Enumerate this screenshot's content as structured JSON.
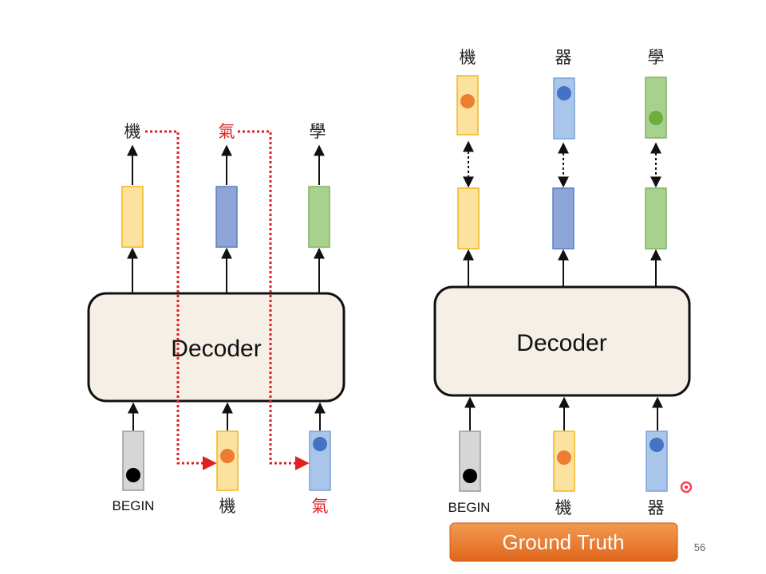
{
  "left_diagram": {
    "decoder_label": "Decoder",
    "outputs": [
      "機",
      "氣",
      "學"
    ],
    "inputs": [
      "BEGIN",
      "機",
      "氣"
    ]
  },
  "right_diagram": {
    "decoder_label": "Decoder",
    "outputs": [
      "機",
      "器",
      "學"
    ],
    "inputs": [
      "BEGIN",
      "機",
      "器"
    ],
    "ground_truth_label": "Ground Truth"
  },
  "page_number": "56",
  "colors": {
    "yellow_fill": "#fbe29e",
    "yellow_stroke": "#f2b51f",
    "blue_fill": "#a9c6ea",
    "blue_stroke": "#7aa3d4",
    "navy_fill": "#8ea5d8",
    "navy_stroke": "#5f7ec0",
    "green_fill": "#a9d18e",
    "green_stroke": "#82b366",
    "gray_fill": "#d6d6d6",
    "gray_stroke": "#9a9a9a",
    "orange_dot": "#ed7d31",
    "blue_dot": "#4472c4",
    "green_dot": "#6aaf3c",
    "black_dot": "#000000",
    "red": "#e02020",
    "ground_truth_bg": "#ed7d31"
  }
}
